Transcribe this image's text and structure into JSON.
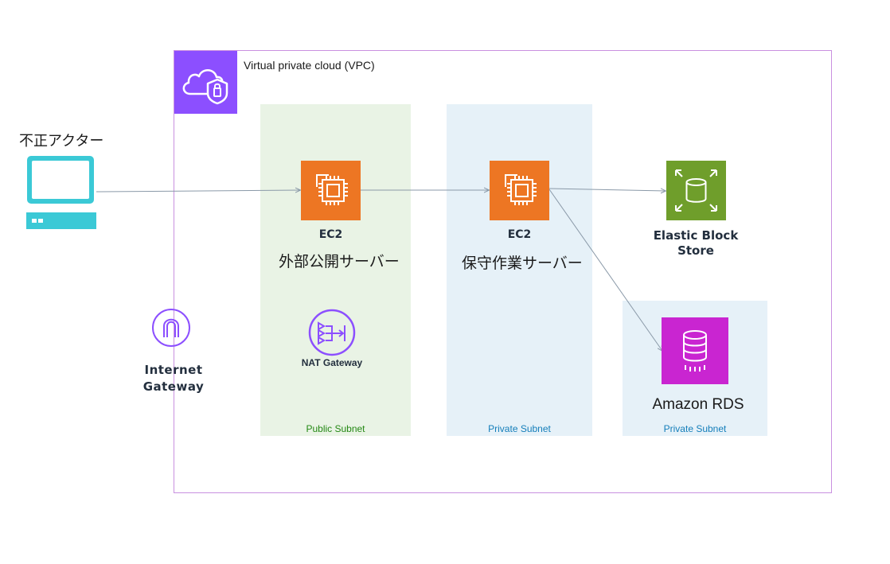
{
  "vpc": {
    "title": "Virtual private cloud (VPC)",
    "icon": "vpc-cloud-shield-icon",
    "color": "#8c4fff"
  },
  "actor": {
    "label": "不正アクター",
    "icon": "client-computer-icon",
    "color": "#3bc9d6"
  },
  "internet_gateway": {
    "label_line1": "Internet",
    "label_line2": "Gateway",
    "icon": "internet-gateway-icon",
    "color": "#8c4fff"
  },
  "subnets": {
    "public": {
      "label": "Public Subnet",
      "color": "#248814"
    },
    "private1": {
      "label": "Private Subnet",
      "color": "#147eba"
    },
    "private2": {
      "label": "Private Subnet",
      "color": "#147eba"
    }
  },
  "ec2_public": {
    "service": "EC2",
    "name": "外部公開サーバー",
    "icon": "ec2-chip-icon",
    "color": "#ed7623"
  },
  "nat_gateway": {
    "label": "NAT Gateway",
    "icon": "nat-gateway-icon",
    "color": "#8c4fff"
  },
  "ec2_private": {
    "service": "EC2",
    "name": "保守作業サーバー",
    "icon": "ec2-chip-icon",
    "color": "#ed7623"
  },
  "ebs": {
    "label_line1": "Elastic Block",
    "label_line2": "Store",
    "icon": "ebs-volume-icon",
    "color": "#6f9e2b"
  },
  "rds": {
    "label": "Amazon RDS",
    "icon": "rds-database-icon",
    "color": "#c925d1"
  }
}
